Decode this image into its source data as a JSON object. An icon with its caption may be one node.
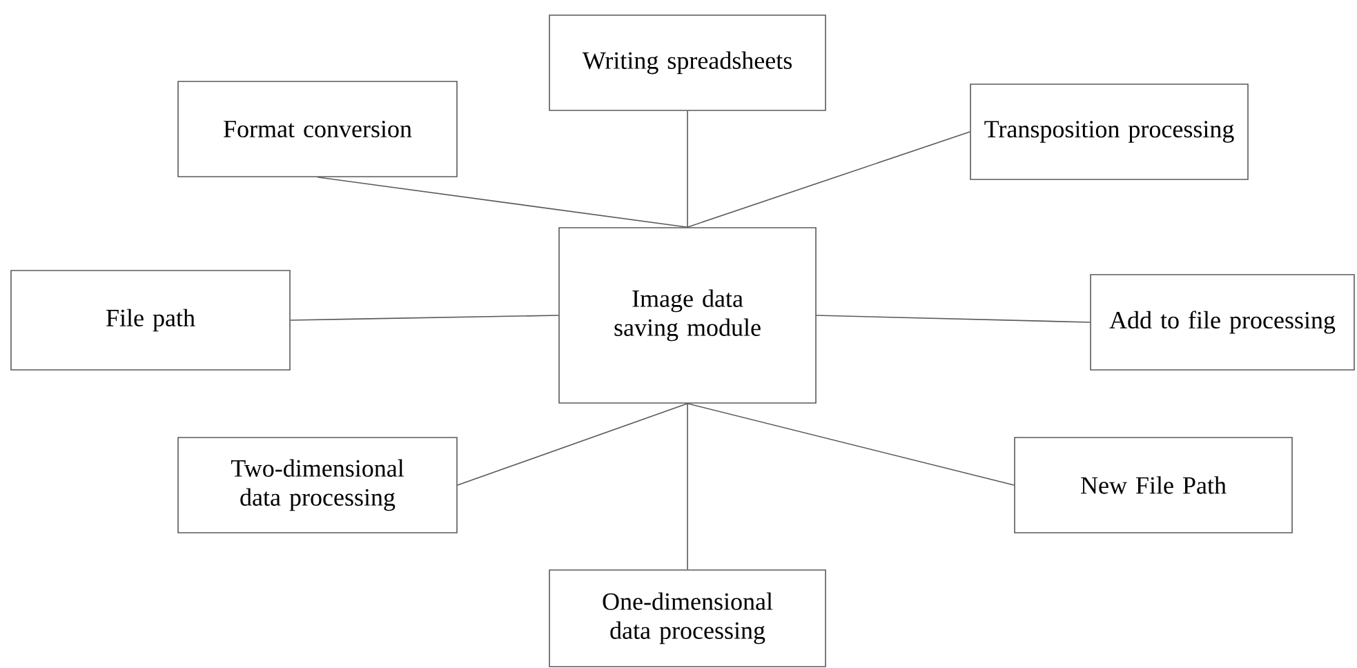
{
  "diagram": {
    "nodes": [
      {
        "text": [
          "Writing spreadsheets"
        ]
      },
      {
        "text": [
          "Format conversion"
        ]
      },
      {
        "text": [
          "Transposition processing"
        ]
      },
      {
        "text": [
          "Image data saving module"
        ]
      },
      {
        "text": [
          "File path"
        ]
      },
      {
        "text": [
          "Add to file processing"
        ]
      },
      {
        "text": [
          "Two-dimensional data processing"
        ]
      },
      {
        "text": [
          "New File Path"
        ]
      },
      {
        "text": [
          "One-dimensional data processing"
        ]
      }
    ],
    "edges": [
      {
        "from": 3,
        "to": 0,
        "arrow": "none"
      },
      {
        "from": 3,
        "to": 1,
        "arrow": "none"
      },
      {
        "from": 3,
        "to": 2,
        "arrow": "none"
      },
      {
        "from": 3,
        "to": 4,
        "arrow": "none"
      },
      {
        "from": 3,
        "to": 5,
        "arrow": "none"
      },
      {
        "from": 3,
        "to": 6,
        "arrow": "none"
      },
      {
        "from": 3,
        "to": 7,
        "arrow": "none"
      },
      {
        "from": 3,
        "to": 8,
        "arrow": "none"
      }
    ]
  }
}
